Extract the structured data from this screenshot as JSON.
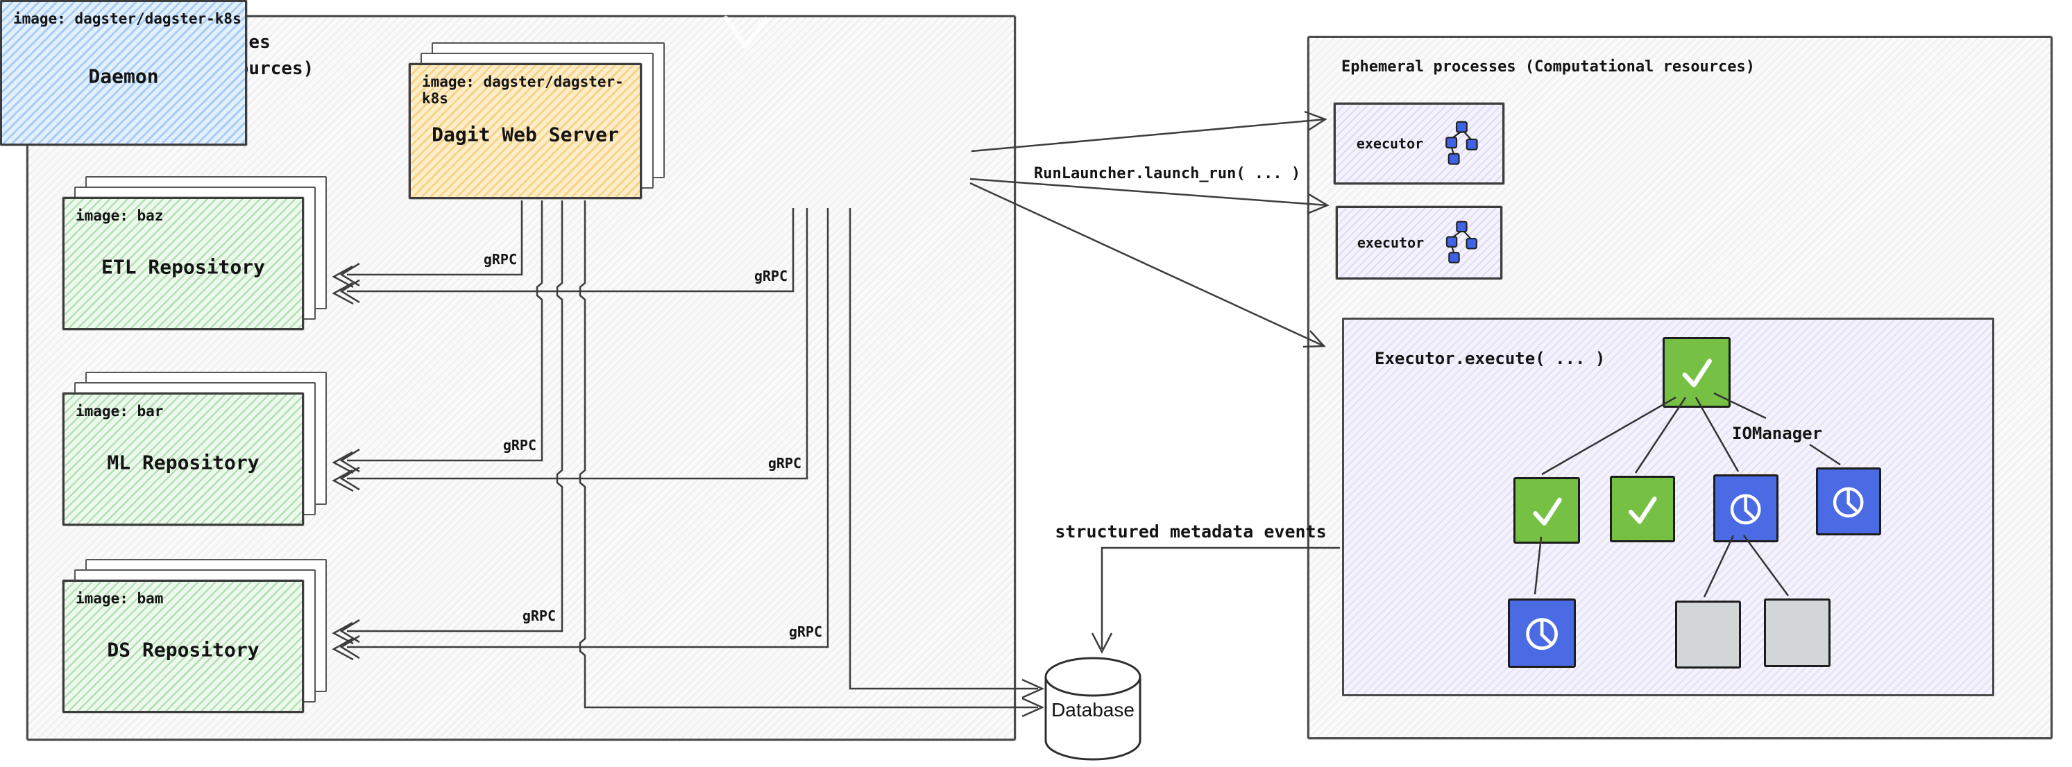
{
  "left_panel": {
    "title_line1": "Long-running services",
    "title_line2": "(Computational resources)",
    "dagit": {
      "image_label": "image: dagster/dagster-k8s",
      "name": "Dagit Web Server"
    },
    "daemon": {
      "image_label": "image: dagster/dagster-k8s",
      "name": "Daemon"
    },
    "repos": [
      {
        "image_label": "image: baz",
        "name": "ETL Repository"
      },
      {
        "image_label": "image: bar",
        "name": "ML Repository"
      },
      {
        "image_label": "image: bam",
        "name": "DS Repository"
      }
    ]
  },
  "right_panel": {
    "title": "Ephemeral processes (Computational resources)",
    "executors": [
      {
        "label": "executor"
      },
      {
        "label": "executor"
      }
    ],
    "executor_box": {
      "title": "Executor.execute( ... )",
      "iomanager_label": "IOManager",
      "op_tree": {
        "root": "success",
        "row2": [
          "success",
          "success",
          "in-progress",
          "in-progress"
        ],
        "row3": [
          "in-progress",
          "queued",
          "queued"
        ]
      }
    }
  },
  "edges": {
    "grpc": "gRPC",
    "run_launcher": "RunLauncher.launch_run( ... )",
    "metadata_events": "structured metadata events"
  },
  "database": {
    "label": "Database"
  },
  "colors": {
    "success_green": "#76c043",
    "progress_blue": "#4a6be4",
    "queued_gray": "#d3d6d6",
    "dagit_fill": "#fbe7b6",
    "daemon_fill": "#cfe4f9",
    "repo_fill": "#ddf2dd",
    "executor_fill": "#efeefb"
  }
}
